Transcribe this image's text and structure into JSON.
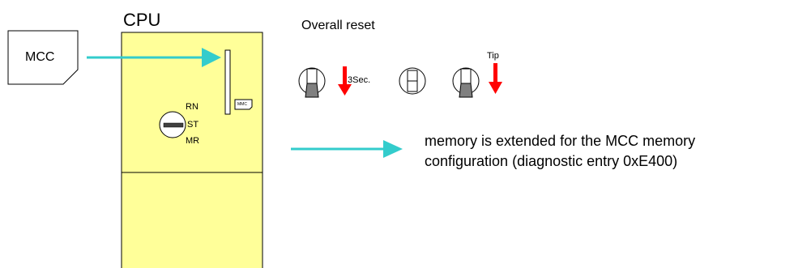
{
  "card": {
    "label": "MCC"
  },
  "cpu": {
    "title": "CPU",
    "slot_label": "MMC",
    "switch_positions": [
      "RN",
      "ST",
      "MR"
    ]
  },
  "reset": {
    "title": "Overall reset",
    "hold_label": "3Sec.",
    "tip_label": "Tip"
  },
  "result": {
    "line1": "memory is extended for the MCC memory",
    "line2": "configuration (diagnostic entry 0xE400)"
  },
  "colors": {
    "cpu_fill": "#ffff99",
    "arrow_teal": "#33cccc",
    "arrow_red": "#ff0000",
    "switch_lever": "#808080"
  }
}
